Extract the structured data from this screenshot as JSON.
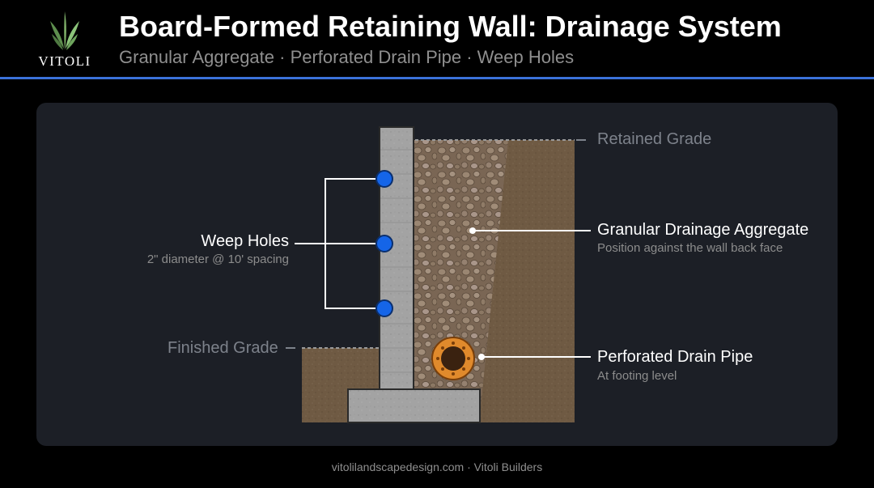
{
  "brand": {
    "logo_text": "VITOLI"
  },
  "header": {
    "title": "Board-Formed Retaining Wall: Drainage System",
    "subtitle": "Granular Aggregate · Perforated Drain Pipe · Weep Holes"
  },
  "labels": {
    "retained_grade": "Retained Grade",
    "finished_grade": "Finished Grade",
    "weep_holes": {
      "title": "Weep Holes",
      "detail": "2\" diameter @ 10' spacing"
    },
    "aggregate": {
      "title": "Granular Drainage Aggregate",
      "detail": "Position against the wall back face"
    },
    "drain_pipe": {
      "title": "Perforated Drain Pipe",
      "detail": "At footing level"
    }
  },
  "footer": {
    "text": "vitolilandscapedesign.com · Vitoli Builders"
  },
  "colors": {
    "accent_rule": "#3b72d9",
    "weep_hole": "#1565e8",
    "drain_pipe": "#e08a2c",
    "soil": "#6f5a43",
    "concrete": "#a4a4a4",
    "panel": "#1c1f26"
  }
}
